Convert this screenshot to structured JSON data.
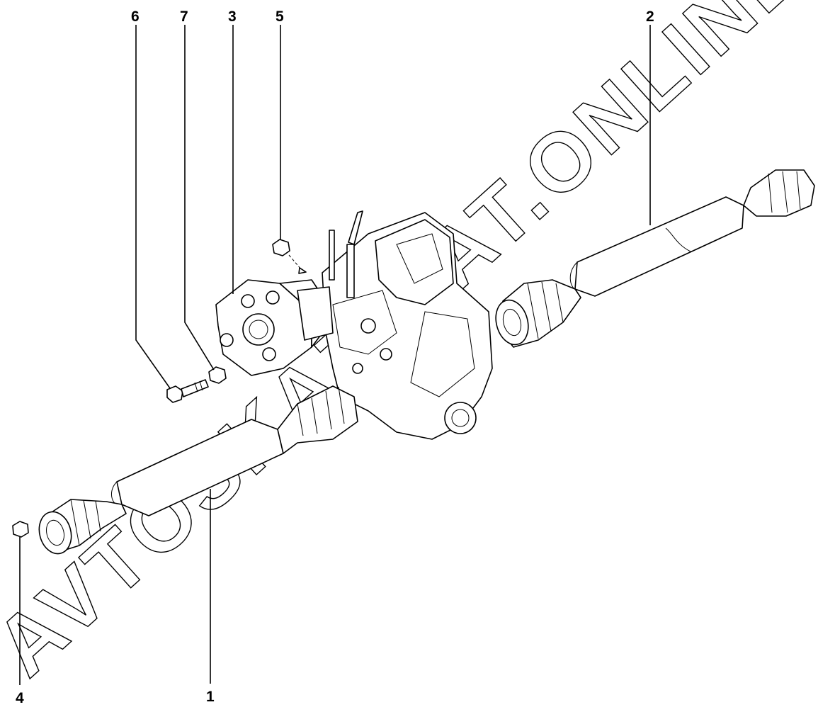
{
  "diagram": {
    "callouts": [
      {
        "id": "1",
        "label": "1"
      },
      {
        "id": "2",
        "label": "2"
      },
      {
        "id": "3",
        "label": "3"
      },
      {
        "id": "4",
        "label": "4"
      },
      {
        "id": "5",
        "label": "5"
      },
      {
        "id": "6",
        "label": "6"
      },
      {
        "id": "7",
        "label": "7"
      }
    ],
    "watermark": "AVTOSKAZ.CAT.ONLINE"
  }
}
